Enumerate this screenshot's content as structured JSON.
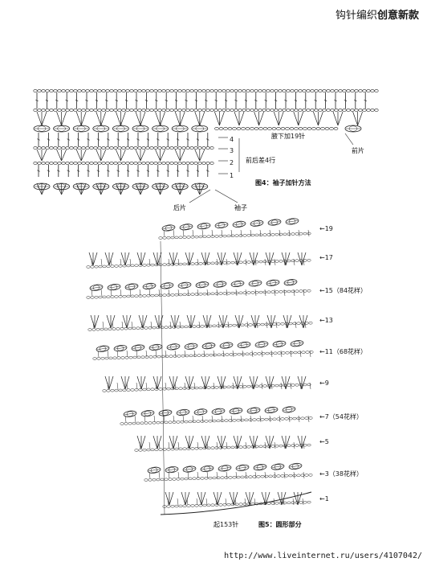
{
  "header": {
    "title_light": "钩针编织",
    "title_bold": "创意新款"
  },
  "figure4": {
    "caption": "图4：袖子加针方法",
    "armpit_label": "腋下加19针",
    "front_label": "前片",
    "back_label": "后片",
    "sleeve_label": "袖子",
    "diff_label": "前后差4行",
    "row_numbers": [
      "4",
      "3",
      "2",
      "1"
    ]
  },
  "figure5": {
    "caption": "图5：圆形部分",
    "start_label": "起153针",
    "rows": [
      {
        "num": "19",
        "note": ""
      },
      {
        "num": "17",
        "note": ""
      },
      {
        "num": "15",
        "note": "（84花样）"
      },
      {
        "num": "13",
        "note": ""
      },
      {
        "num": "11",
        "note": "（68花样）"
      },
      {
        "num": "9",
        "note": ""
      },
      {
        "num": "7",
        "note": "（54花样）"
      },
      {
        "num": "5",
        "note": ""
      },
      {
        "num": "3",
        "note": "（38花样）"
      },
      {
        "num": "1",
        "note": ""
      }
    ]
  },
  "footer": {
    "url": "http://www.liveinternet.ru/users/4107042/"
  }
}
